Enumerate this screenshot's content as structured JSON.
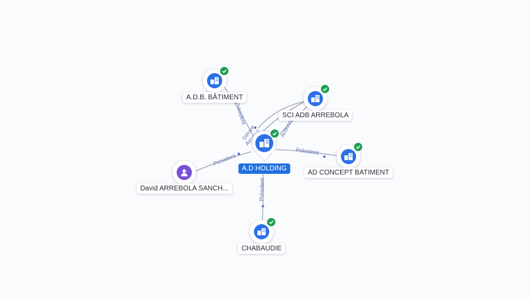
{
  "colors": {
    "company": "#2c6fe6",
    "person": "#7b4fd6",
    "verified": "#1e9e55",
    "edge": "#8e96a8",
    "edge_label": "#6574b8",
    "main_label_bg": "#1f6fe0"
  },
  "center": {
    "label": "A.D HOLDING",
    "icon": "building-icon",
    "verified": true
  },
  "nodes": [
    {
      "id": "adb",
      "label": "A.D.B. BÂTIMENT",
      "type": "company",
      "icon": "building-icon",
      "verified": true
    },
    {
      "id": "sci",
      "label": "SCI ADB ARREBOLA",
      "type": "company",
      "icon": "building-icon",
      "verified": true
    },
    {
      "id": "adc",
      "label": "AD CONCEPT BATIMENT",
      "type": "company",
      "icon": "building-icon",
      "verified": true
    },
    {
      "id": "chab",
      "label": "CHABAUDIE",
      "type": "company",
      "icon": "building-icon",
      "verified": true
    },
    {
      "id": "david",
      "label": "David ARREBOLA SANCH...",
      "type": "person",
      "icon": "person-icon",
      "verified": false
    }
  ],
  "edges": [
    {
      "from": "adb",
      "to": "center",
      "label": "Président"
    },
    {
      "from": "sci",
      "to": "center",
      "label": "Gérant"
    },
    {
      "from": "center",
      "to": "sci",
      "label": "Associé"
    },
    {
      "from": "center",
      "to": "sci",
      "label": "Actionnaire"
    },
    {
      "from": "center",
      "to": "adc",
      "label": "Président"
    },
    {
      "from": "center",
      "to": "chab",
      "label": "Président"
    },
    {
      "from": "david",
      "to": "center",
      "label": "Président"
    }
  ]
}
